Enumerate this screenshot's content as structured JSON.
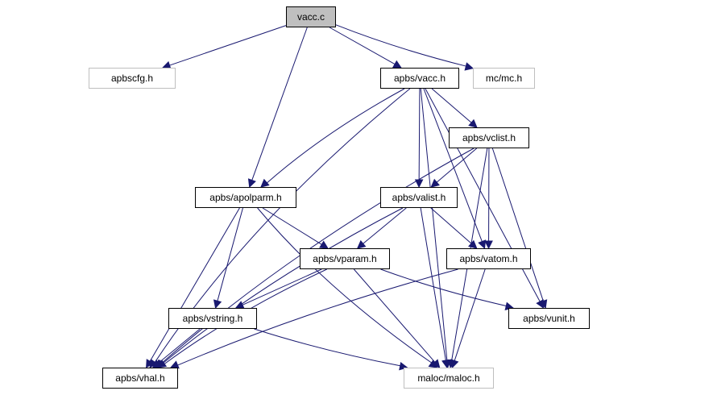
{
  "graph": {
    "nodes": [
      {
        "id": "vacc_c",
        "label": "vacc.c",
        "kind": "current"
      },
      {
        "id": "apbscfg",
        "label": "apbscfg.h",
        "kind": "external"
      },
      {
        "id": "vacc_h",
        "label": "apbs/vacc.h",
        "kind": "normal"
      },
      {
        "id": "mc",
        "label": "mc/mc.h",
        "kind": "external"
      },
      {
        "id": "vclist",
        "label": "apbs/vclist.h",
        "kind": "normal"
      },
      {
        "id": "apolparm",
        "label": "apbs/apolparm.h",
        "kind": "normal"
      },
      {
        "id": "valist",
        "label": "apbs/valist.h",
        "kind": "normal"
      },
      {
        "id": "vparam",
        "label": "apbs/vparam.h",
        "kind": "normal"
      },
      {
        "id": "vatom",
        "label": "apbs/vatom.h",
        "kind": "normal"
      },
      {
        "id": "vstring",
        "label": "apbs/vstring.h",
        "kind": "normal"
      },
      {
        "id": "vunit",
        "label": "apbs/vunit.h",
        "kind": "normal"
      },
      {
        "id": "vhal",
        "label": "apbs/vhal.h",
        "kind": "normal"
      },
      {
        "id": "maloc",
        "label": "maloc/maloc.h",
        "kind": "external"
      }
    ],
    "edges": [
      [
        "vacc_c",
        "apbscfg"
      ],
      [
        "vacc_c",
        "vacc_h"
      ],
      [
        "vacc_c",
        "mc"
      ],
      [
        "vacc_c",
        "apolparm"
      ],
      [
        "vacc_h",
        "vclist"
      ],
      [
        "vacc_h",
        "apolparm"
      ],
      [
        "vacc_h",
        "valist"
      ],
      [
        "vacc_h",
        "vatom"
      ],
      [
        "vacc_h",
        "vunit"
      ],
      [
        "vacc_h",
        "vhal"
      ],
      [
        "vacc_h",
        "maloc"
      ],
      [
        "vclist",
        "valist"
      ],
      [
        "vclist",
        "vatom"
      ],
      [
        "vclist",
        "vunit"
      ],
      [
        "vclist",
        "vhal"
      ],
      [
        "vclist",
        "maloc"
      ],
      [
        "apolparm",
        "vparam"
      ],
      [
        "apolparm",
        "vstring"
      ],
      [
        "apolparm",
        "vhal"
      ],
      [
        "apolparm",
        "maloc"
      ],
      [
        "valist",
        "vparam"
      ],
      [
        "valist",
        "vatom"
      ],
      [
        "valist",
        "vhal"
      ],
      [
        "valist",
        "maloc"
      ],
      [
        "vparam",
        "vstring"
      ],
      [
        "vparam",
        "vunit"
      ],
      [
        "vparam",
        "vhal"
      ],
      [
        "vparam",
        "maloc"
      ],
      [
        "vatom",
        "vhal"
      ],
      [
        "vatom",
        "maloc"
      ],
      [
        "vstring",
        "vhal"
      ],
      [
        "vstring",
        "maloc"
      ]
    ]
  }
}
